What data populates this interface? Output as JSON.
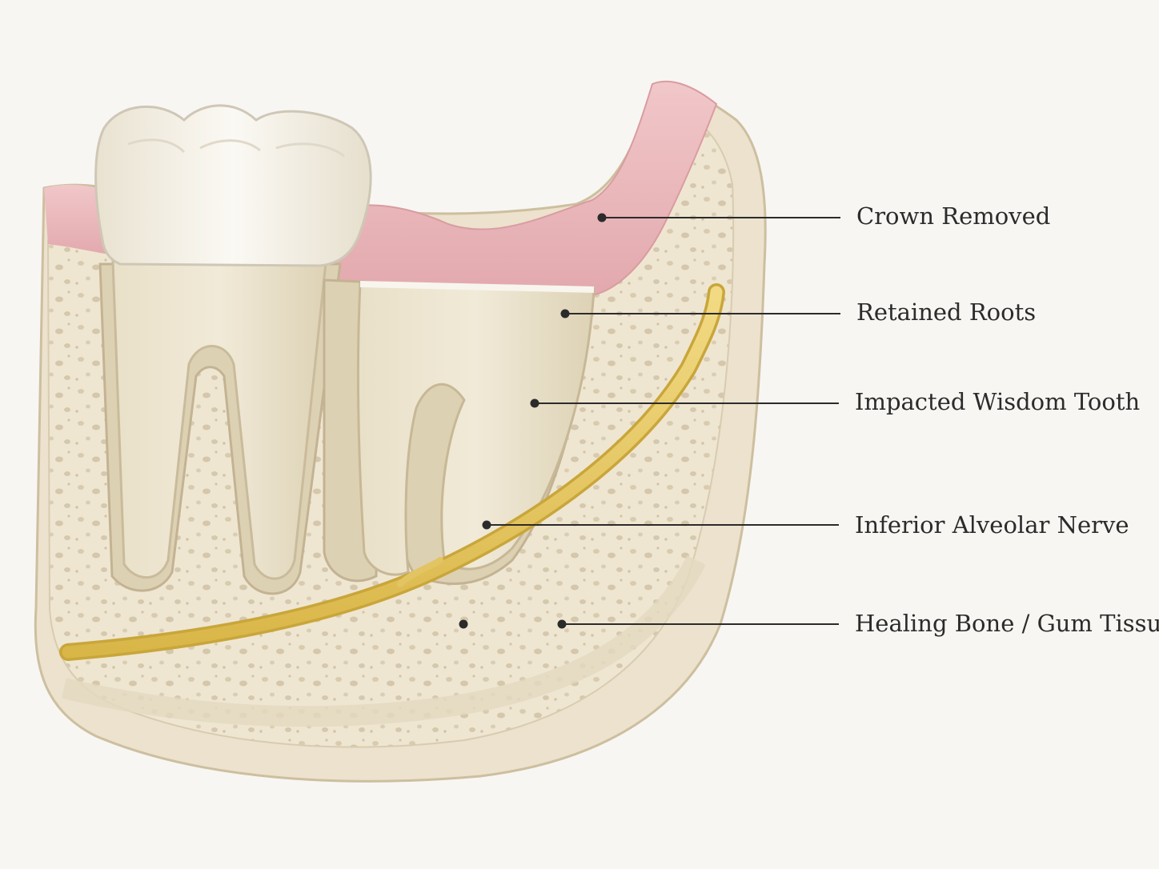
{
  "labels": {
    "crown_removed": "Crown Removed",
    "retained_roots": "Retained Roots",
    "impacted_wisdom_tooth": "Impacted Wisdom Tooth",
    "inferior_alveolar_nerve": "Inferior Alveolar Nerve",
    "healing_bone_gum_tissue": "Healing Bone / Gum Tissue"
  },
  "colors": {
    "background": "#f7f6f3",
    "gum": "#e9b7ba",
    "bone": "#efe6d3",
    "tooth": "#f4f1ea",
    "roots": "#e5dcc2",
    "nerve": "#e6c75c",
    "leader": "#2b2b2b"
  }
}
